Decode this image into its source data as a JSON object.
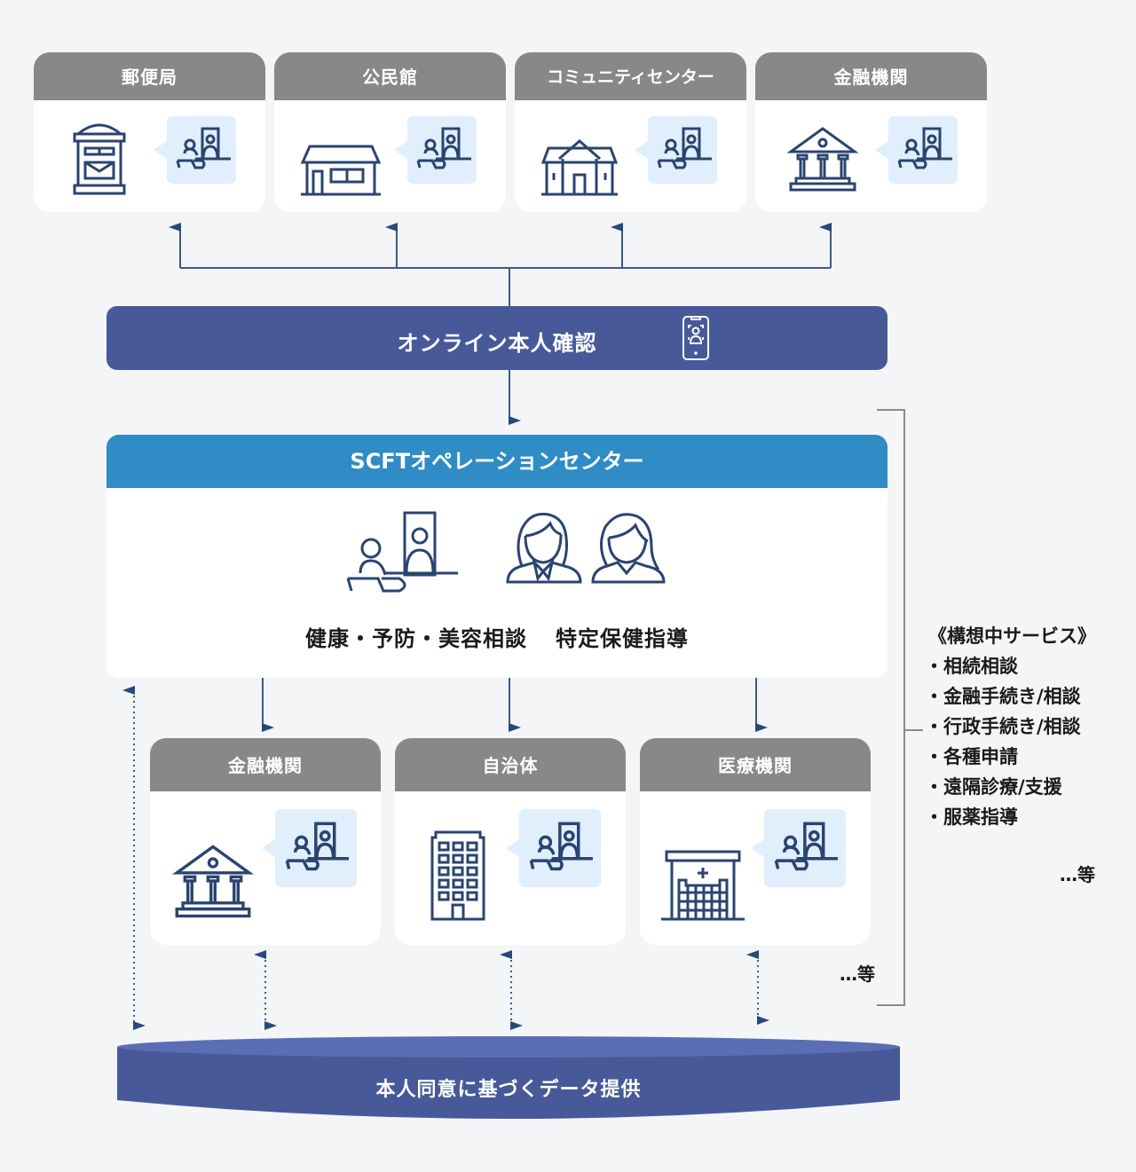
{
  "top_locations": [
    {
      "label": "郵便局",
      "icon": "postbox-icon"
    },
    {
      "label": "公民館",
      "icon": "community-hall-icon"
    },
    {
      "label": "コミュニティセンター",
      "icon": "community-center-icon"
    },
    {
      "label": "金融機関",
      "icon": "bank-icon"
    }
  ],
  "identity_band": {
    "label": "オンライン本人確認",
    "icon": "smartphone-face-id-icon"
  },
  "operation_center": {
    "title": "SCFTオペレーションセンター",
    "services": [
      "健康・予防・美容相談",
      "特定保健指導"
    ],
    "icons": [
      "remote-consultation-icon",
      "operator-man-icon",
      "operator-woman-icon"
    ]
  },
  "partners": [
    {
      "label": "金融機関",
      "icon": "bank-icon"
    },
    {
      "label": "自治体",
      "icon": "office-building-icon"
    },
    {
      "label": "医療機関",
      "icon": "hospital-icon"
    }
  ],
  "partners_etc": "…等",
  "planned_services": {
    "heading": "《構想中サービス》",
    "items": [
      "相続相談",
      "金融手続き/相談",
      "行政手続き/相談",
      "各種申請",
      "遠隔診療/支援",
      "服薬指導"
    ],
    "etc": "…等"
  },
  "data_platform": {
    "label": "本人同意に基づくデータ提供"
  },
  "colors": {
    "background": "#f3f5f7",
    "card_header": "#888888",
    "identity_band": "#48599a",
    "ops_header": "#2f8cc4",
    "icon_stroke": "#2a4470",
    "bubble": "#e1effc",
    "arrow": "#26497a"
  }
}
